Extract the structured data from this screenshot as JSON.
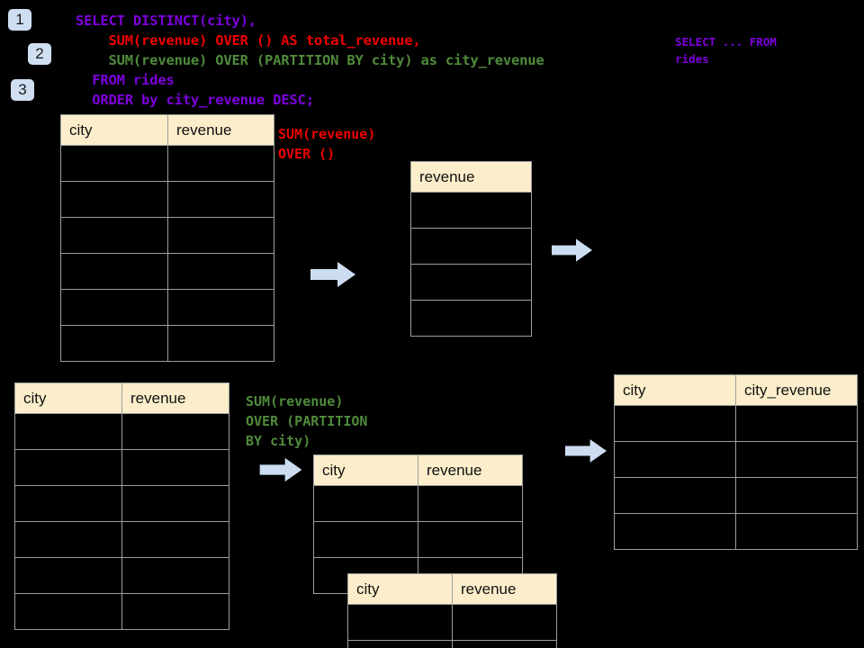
{
  "steps": [
    {
      "label": "1"
    },
    {
      "label": "2"
    },
    {
      "label": "3"
    }
  ],
  "query": {
    "line1": "SELECT DISTINCT(city),",
    "line2": "    SUM(revenue) OVER () AS total_revenue,",
    "line3": "    SUM(revenue) OVER (PARTITION BY city) as city_revenue",
    "line4": "  FROM rides",
    "line5": "  ORDER by city_revenue DESC;"
  },
  "side_note": {
    "line1": "SELECT ... FROM",
    "line2": "rides"
  },
  "annotations": {
    "total_revenue": "SUM(revenue)\nOVER ()",
    "city_revenue": "SUM(revenue)\nOVER (PARTITION\nBY city)"
  },
  "tables": {
    "source_top": {
      "headers": [
        "city",
        "revenue"
      ],
      "row_count": 6
    },
    "total_revenue": {
      "headers": [
        "revenue"
      ],
      "row_count": 4
    },
    "source_bottom": {
      "headers": [
        "city",
        "revenue"
      ],
      "row_count": 6
    },
    "partition_back": {
      "headers": [
        "city",
        "revenue"
      ],
      "row_count": 3
    },
    "partition_front": {
      "headers": [
        "city",
        "revenue"
      ],
      "row_count": 2
    },
    "result": {
      "headers": [
        "city",
        "city_revenue"
      ],
      "row_count": 4
    }
  },
  "icons": {
    "arrow_right": "arrow-right-icon"
  },
  "colors": {
    "background": "#000000",
    "header_fill": "#fceecb",
    "cell_border": "#9e9e9e",
    "badge_fill": "#cfdff1",
    "arrow_fill": "#ccddf1",
    "keyword_purple": "#7d00dd",
    "annot_red": "#ee0000",
    "annot_green": "#4f8b3b"
  }
}
